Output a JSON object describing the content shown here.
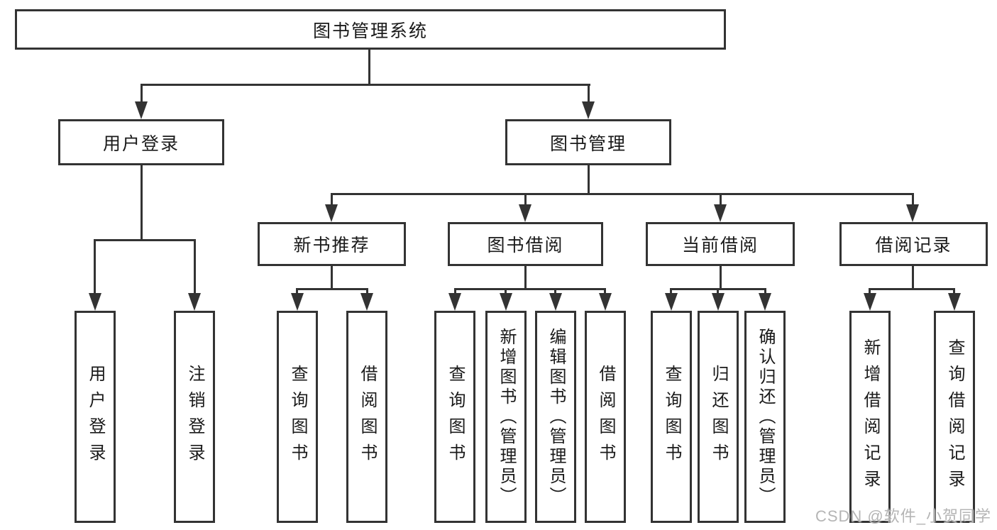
{
  "tree": {
    "root": "图书管理系统",
    "branches": [
      {
        "label": "用户登录",
        "children": [
          "用户登录",
          "注销登录"
        ]
      },
      {
        "label": "图书管理",
        "groups": [
          {
            "label": "新书推荐",
            "children": [
              "查询图书",
              "借阅图书"
            ]
          },
          {
            "label": "图书借阅",
            "children": [
              "查询图书",
              "新增图书（管理员）",
              "编辑图书（管理员）",
              "借阅图书"
            ]
          },
          {
            "label": "当前借阅",
            "children": [
              "查询图书",
              "归还图书",
              "确认归还（管理员）"
            ]
          },
          {
            "label": "借阅记录",
            "children": [
              "新增借阅记录",
              "查询借阅记录"
            ]
          }
        ]
      }
    ]
  },
  "watermark": "CSDN @软件_小贺同学",
  "colors": {
    "line": "#333333",
    "text": "#1a1a1a",
    "background": "#ffffff",
    "watermark": "#b5b5b5"
  }
}
